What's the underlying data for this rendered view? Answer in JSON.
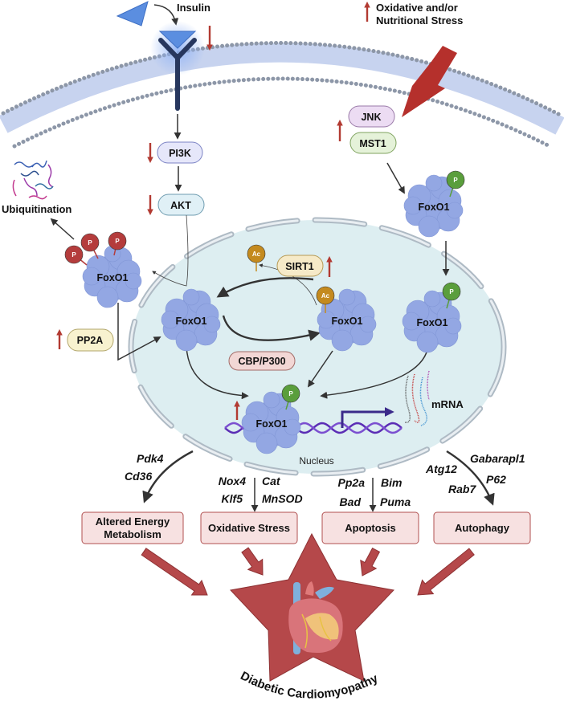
{
  "top": {
    "insulin_label": "Insulin",
    "stress_line1": "Oxidative and/or",
    "stress_line2": "Nutritional Stress"
  },
  "kinases": {
    "pi3k": "PI3K",
    "akt": "AKT",
    "jnk": "JNK",
    "mst1": "MST1",
    "sirt1": "SIRT1",
    "pp2a": "PP2A",
    "cbp_p300": "CBP/P300"
  },
  "protein_label": "FoxO1",
  "modifications": {
    "phospho": "P",
    "acetyl": "Ac"
  },
  "ubiquitination_label": "Ubiquitination",
  "mrna_label": "mRNA",
  "nucleus_label": "Nucleus",
  "genes": {
    "energy": [
      "Pdk4",
      "Cd36"
    ],
    "oxidative_left": [
      "Nox4",
      "Klf5"
    ],
    "oxidative_right": [
      "Cat",
      "MnSOD"
    ],
    "apoptosis_left": [
      "Pp2a",
      "Bad"
    ],
    "apoptosis_right": [
      "Bim",
      "Puma"
    ],
    "autophagy": [
      "Gabarapl1",
      "Atg12",
      "P62",
      "Rab7"
    ]
  },
  "outcomes": {
    "energy_line1": "Altered Energy",
    "energy_line2": "Metabolism",
    "oxidative": "Oxidative Stress",
    "apoptosis": "Apoptosis",
    "autophagy": "Autophagy"
  },
  "disease_label": "Diabetic Cardiomyopathy",
  "colors": {
    "up_down_arrow": "#b23a32",
    "protein": "#93a7e3",
    "phospho_red": "#b43c3c",
    "phospho_green": "#5a9e3c",
    "acetyl": "#c48a1e",
    "nucleus": "#ddeef1",
    "outcome_box": "#f7e1e1",
    "star": "#b5484a",
    "dna": "#5b2db5"
  },
  "icons": [
    "insulin-triangle",
    "insulin-receptor",
    "lipid-bilayer",
    "lightning-bolt",
    "foxo1-protein",
    "dna-helix",
    "heart"
  ]
}
